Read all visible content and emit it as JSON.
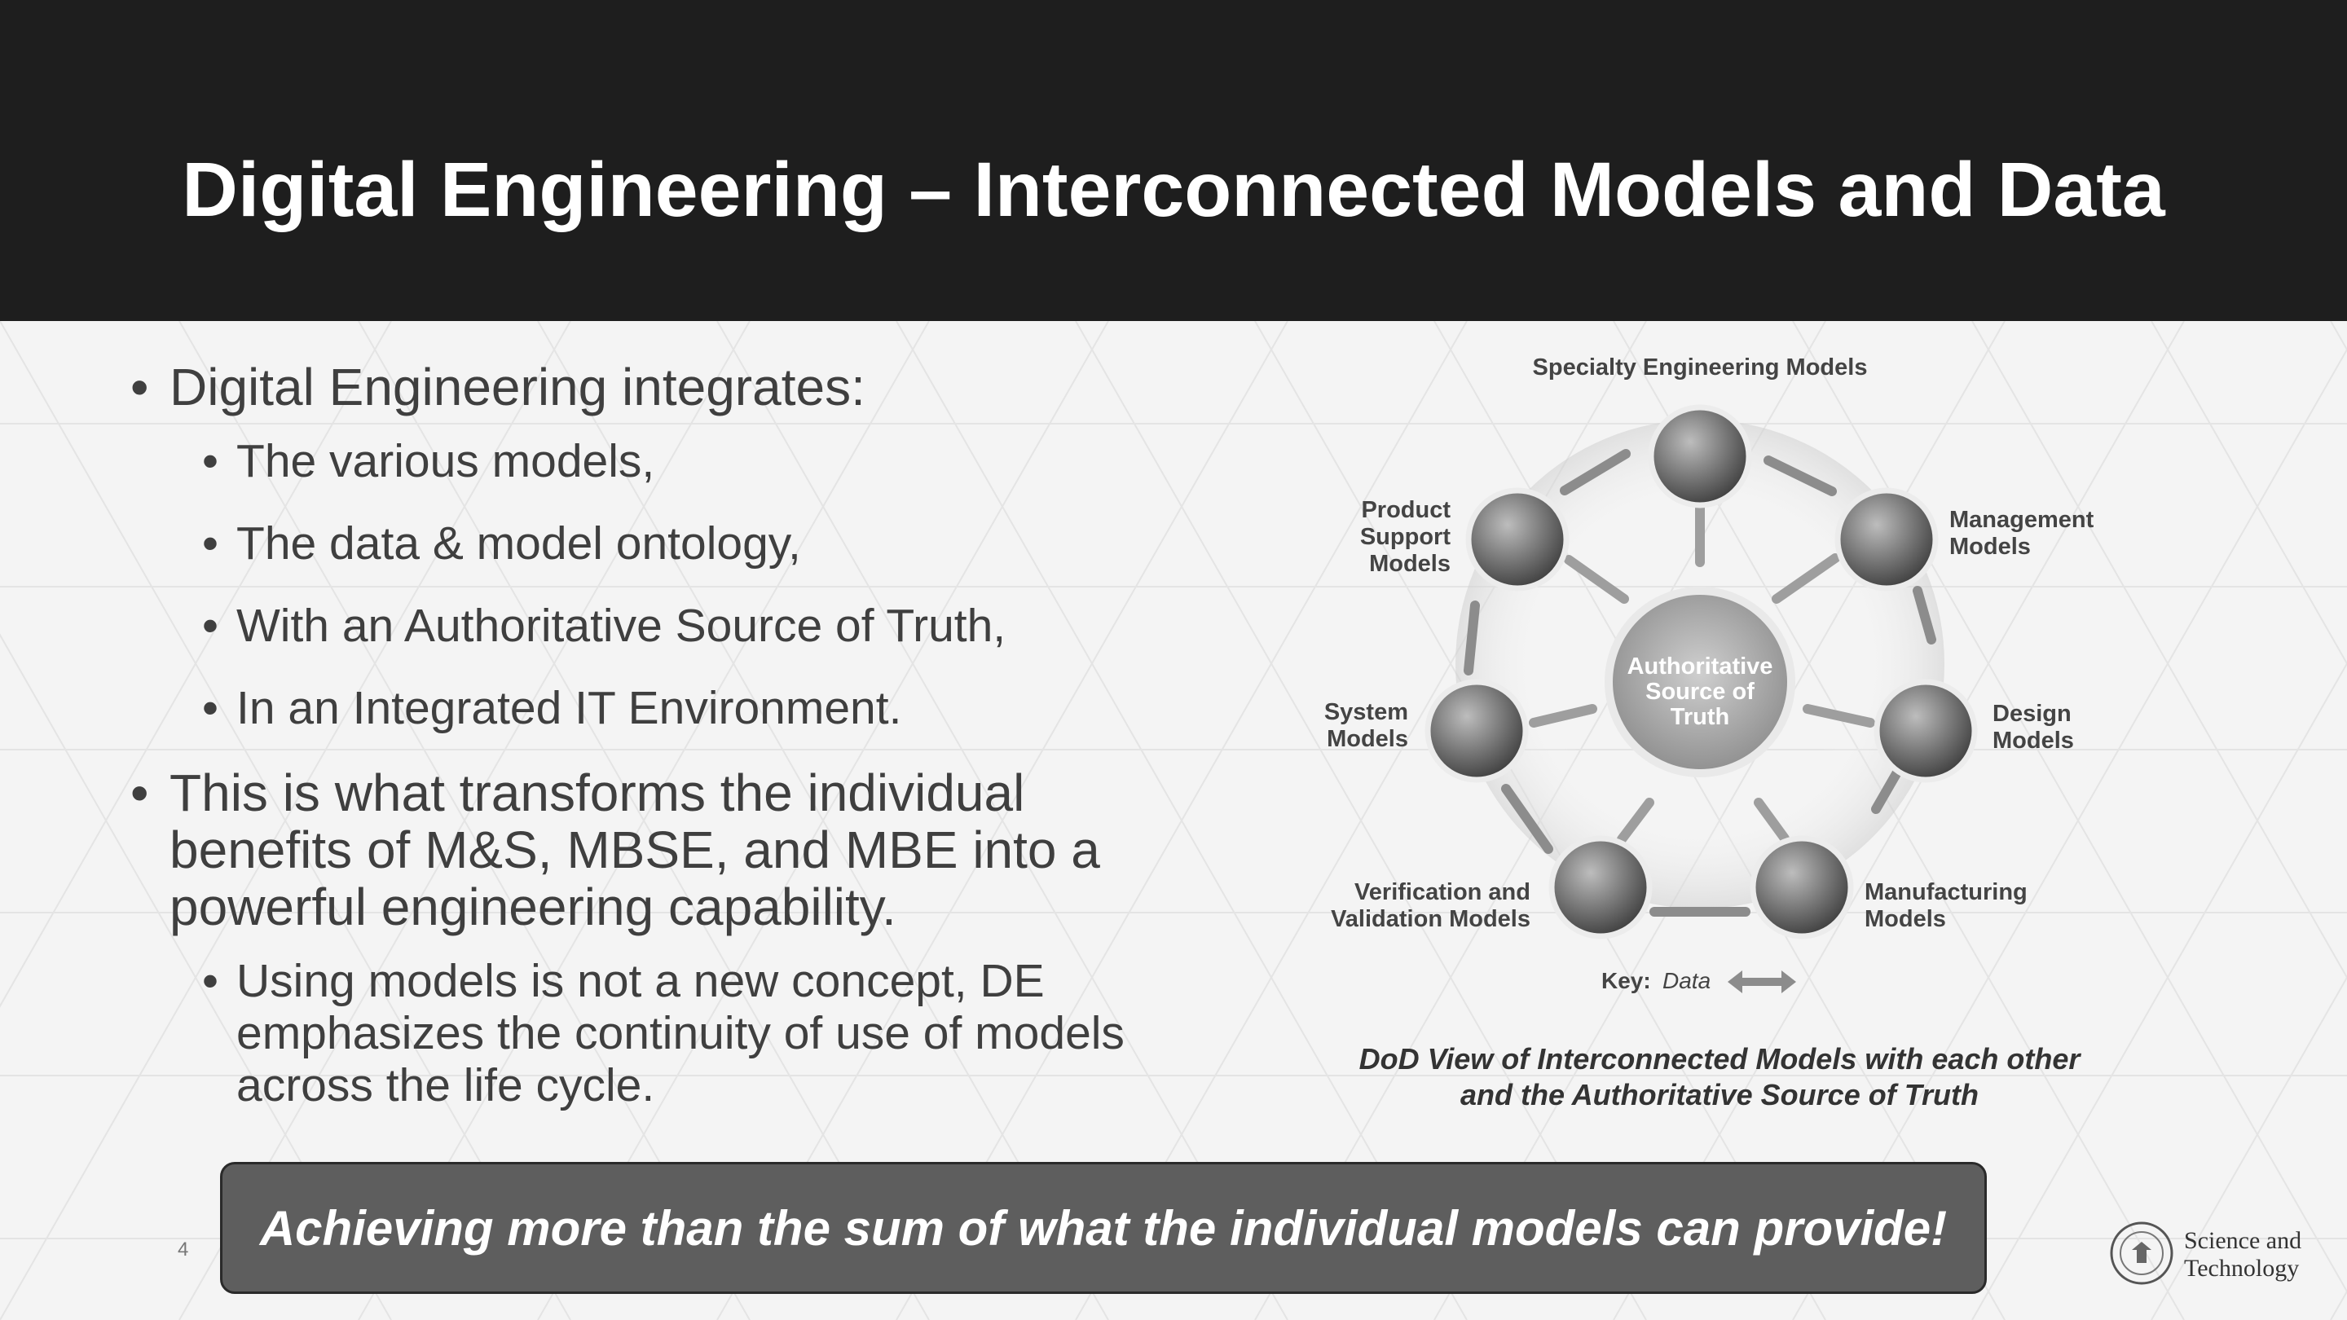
{
  "slide": {
    "title": "Digital Engineering – Interconnected Models and Data",
    "page_number": "4",
    "bullets": {
      "b1": "Digital Engineering integrates:",
      "b1_subs": [
        "The various models,",
        "The data & model ontology,",
        "With an Authoritative Source of Truth,",
        "In an Integrated IT Environment."
      ],
      "b2": "This is what transforms the individual benefits of M&S, MBSE, and MBE into a powerful engineering capability.",
      "b2_subs": [
        "Using models is not a new concept, DE emphasizes the continuity of use of models across the life cycle."
      ]
    },
    "banner": "Achieving more than the sum of what the individual models can provide!",
    "figure_caption": "DoD View of Interconnected Models with each other and the Authoritative Source of Truth",
    "diagram": {
      "center_label": [
        "Authoritative",
        "Source of",
        "Truth"
      ],
      "nodes": {
        "specialty": [
          "Specialty Engineering Models"
        ],
        "management": [
          "Management",
          "Models"
        ],
        "design": [
          "Design",
          "Models"
        ],
        "manufacturing": [
          "Manufacturing",
          "Models"
        ],
        "verification": [
          "Verification and",
          "Validation Models"
        ],
        "system": [
          "System",
          "Models"
        ],
        "product_support": [
          "Product",
          "Support",
          "Models"
        ]
      },
      "key_label": "Key:",
      "key_value": "Data"
    },
    "logo": {
      "line1": "Science and",
      "line2": "Technology"
    }
  }
}
